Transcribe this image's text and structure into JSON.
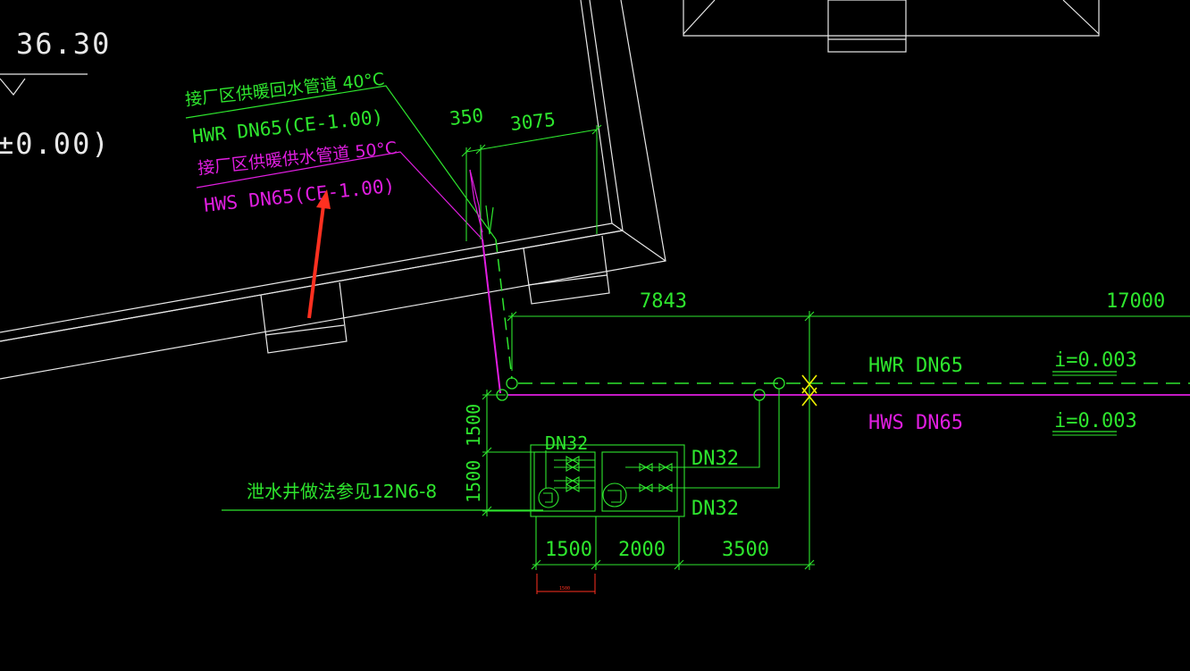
{
  "colors": {
    "background": "#000000",
    "white": "#e8e8e8",
    "green": "#2ee62e",
    "magenta": "#e01ee0",
    "yellow": "#f0f000",
    "red": "#ff3020"
  },
  "elevation": {
    "top": "36.30",
    "zero": "±0.00)"
  },
  "labels": {
    "return_cn": "接厂区供暖回水管道  40°C",
    "return_code": "HWR  DN65(CE-1.00)",
    "supply_cn": "接厂区供暖供水管道 50°C",
    "supply_code": "HWS  DN65(CE-1.00)",
    "hwr_main": "HWR  DN65",
    "hws_main": "HWS  DN65",
    "slope_hwr": "i=0.003",
    "slope_hws": "i=0.003",
    "dn32_top": "DN32",
    "dn32_right_top": "DN32",
    "dn32_right_bottom": "DN32",
    "drain_note": "泄水井做法参见12N6-8"
  },
  "dimensions": {
    "d350": "350",
    "d3075": "3075",
    "d7843": "7843",
    "d17000": "17000",
    "d1500_upper": "1500",
    "d1500_lower": "1500",
    "d1500_bottom": "1500",
    "d2000": "2000",
    "d3500": "3500",
    "d_red": "1500"
  }
}
